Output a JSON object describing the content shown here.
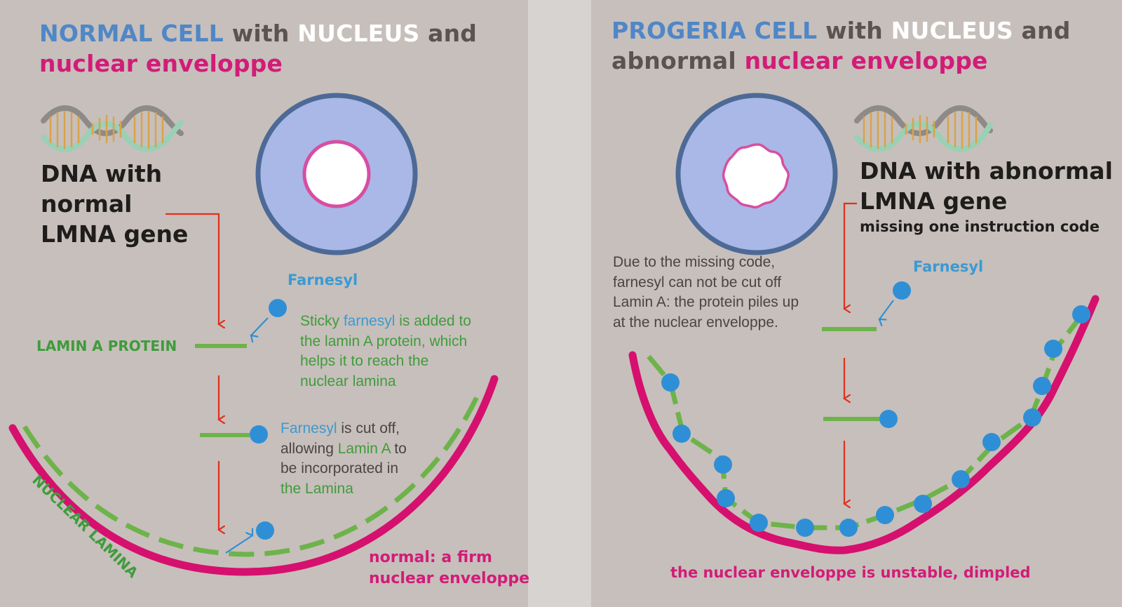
{
  "left": {
    "title": {
      "part1": "NORMAL CELL",
      "part2": " with ",
      "part3": "NUCLEUS",
      "part4": " and",
      "line2": "nuclear enveloppe"
    },
    "dna_label_lines": [
      "DNA with",
      "normal",
      "LMNA gene"
    ],
    "farnesyl_label": "Farnesyl",
    "lamin_label": "LAMIN A PROTEIN",
    "note1": {
      "l1a": "Sticky ",
      "l1b": "farnesyl",
      "l1c": " is added to",
      "l2": "the lamin A protein, which",
      "l3": "helps it to reach the",
      "l4": "nuclear lamina"
    },
    "note2": {
      "l1a": "Farnesyl",
      "l1b": " is cut off,",
      "l2a": "allowing ",
      "l2b": "Lamin A",
      "l2c": " to",
      "l3": "be incorporated in",
      "l4": "the Lamina"
    },
    "lamina_label": "NUCLEAR LAMINA",
    "bottom_caption": [
      "normal: a firm",
      "nuclear enveloppe"
    ]
  },
  "right": {
    "title": {
      "part1": "PROGERIA CELL",
      "part2": " with ",
      "part3": "NUCLEUS",
      "part4": " and",
      "line2a": "abnormal ",
      "line2b": "nuclear enveloppe"
    },
    "dna_label_lines": [
      "DNA with abnormal",
      "LMNA gene"
    ],
    "dna_subline": "missing one instruction code",
    "farnesyl_label": "Farnesyl",
    "note": [
      "Due to the missing code,",
      "farnesyl can not be cut off",
      "Lamin A: the protein piles up",
      "at the nuclear enveloppe."
    ],
    "bottom_caption": "the nuclear enveloppe is unstable, dimpled"
  },
  "colors": {
    "background": "#c7bfbb",
    "title_blue": "#4f87c7",
    "title_gray": "#5a5350",
    "magenta": "#d21c78",
    "green": "#3f9c3c",
    "lamin_green": "#6db34a",
    "farnesyl_blue": "#2f8fd6",
    "arrow_red": "#e0301e",
    "cytoplasm": "#a9b8e6",
    "cell_border": "#4d6a97"
  },
  "icons": [
    "dna-helix-icon"
  ]
}
